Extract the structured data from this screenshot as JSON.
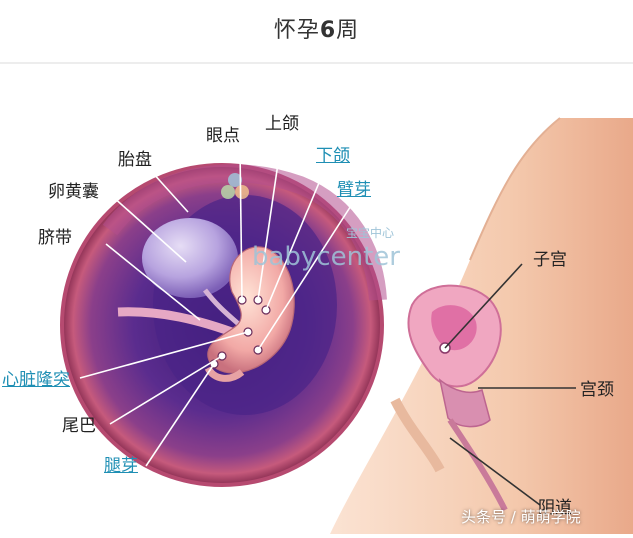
{
  "header": {
    "title_prefix": "怀孕",
    "title_number": "6",
    "title_suffix": "周"
  },
  "labels": {
    "placenta": "胎盘",
    "yolk_sac": "卵黄囊",
    "umbilical_cord": "脐带",
    "eye_spot": "眼点",
    "upper_jaw": "上颌",
    "lower_jaw": "下颌",
    "arm_bud": "臂芽",
    "heart_bulge": "心脏隆突",
    "tail": "尾巴",
    "leg_bud": "腿芽",
    "uterus": "子宫",
    "cervix": "宫颈",
    "vagina": "阴道"
  },
  "brand": {
    "logo_text": "babycenter",
    "logo_cn": "宝宝中心"
  },
  "watermark": "头条号 / 萌萌学院",
  "colors": {
    "link": "#1f8fb4",
    "womb": "#5e2a8c",
    "skin": "#f2c5a8"
  }
}
